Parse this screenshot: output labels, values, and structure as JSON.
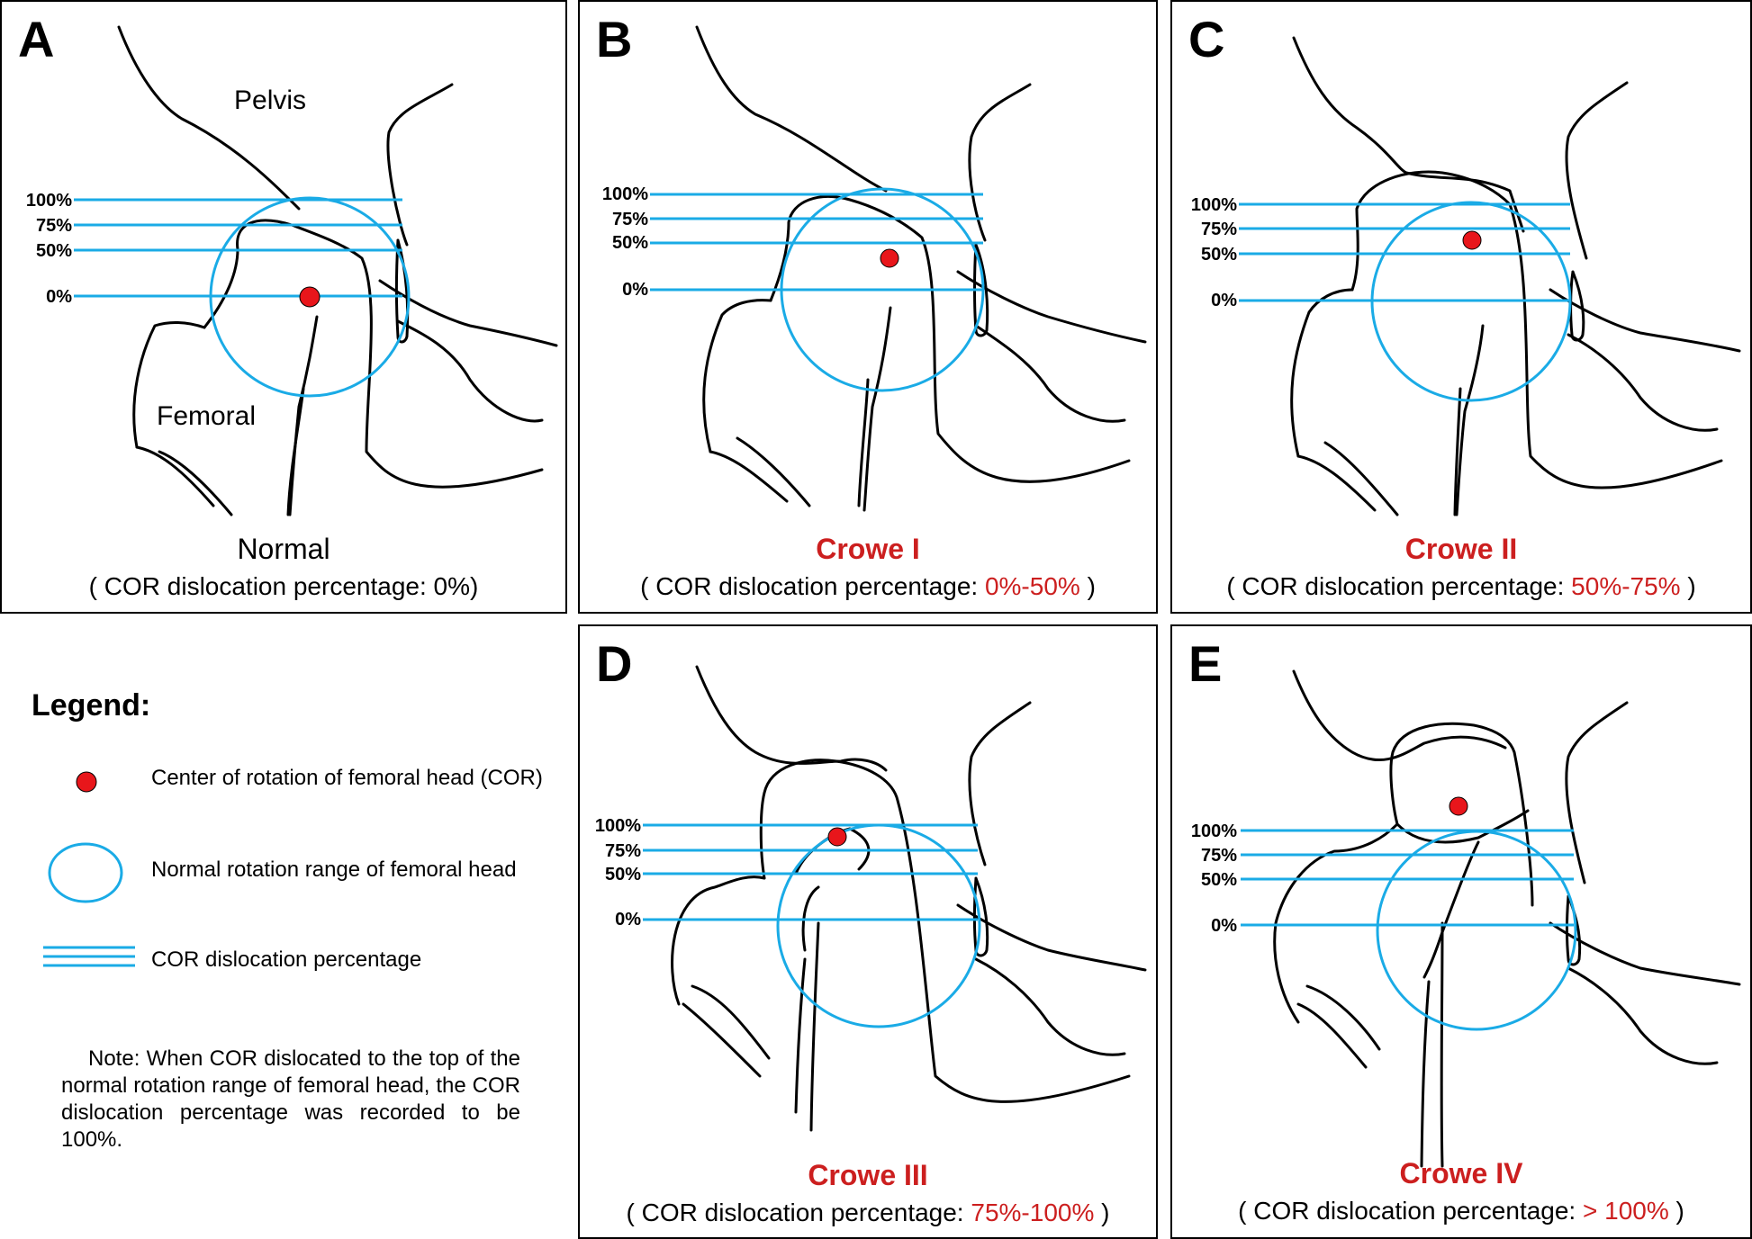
{
  "colors": {
    "line": "#1aabe6",
    "dot": "#e8161b",
    "red_text": "#cc1f1f"
  },
  "panels": {
    "A": {
      "letter": "A",
      "grade": "Normal",
      "caption_prefix": "( COR dislocation percentage: ",
      "range": "0%)",
      "caption_suffix": "",
      "pelvis_label": "Pelvis",
      "femoral_label": "Femoral",
      "levels": [
        "100%",
        "75%",
        "50%",
        "0%"
      ]
    },
    "B": {
      "letter": "B",
      "grade": "Crowe I",
      "caption_prefix": "( COR dislocation percentage: ",
      "range": "0%-50%",
      "caption_suffix": " )",
      "levels": [
        "100%",
        "75%",
        "50%",
        "0%"
      ]
    },
    "C": {
      "letter": "C",
      "grade": "Crowe II",
      "caption_prefix": "( COR dislocation percentage: ",
      "range": "50%-75%",
      "caption_suffix": " )",
      "levels": [
        "100%",
        "75%",
        "50%",
        "0%"
      ]
    },
    "D": {
      "letter": "D",
      "grade": "Crowe III",
      "caption_prefix": "( COR dislocation percentage: ",
      "range": "75%-100%",
      "caption_suffix": " )",
      "levels": [
        "100%",
        "75%",
        "50%",
        "0%"
      ]
    },
    "E": {
      "letter": "E",
      "grade": "Crowe IV",
      "caption_prefix": "( COR dislocation percentage: ",
      "range": "> 100%",
      "caption_suffix": " )",
      "levels": [
        "100%",
        "75%",
        "50%",
        "0%"
      ]
    }
  },
  "legend": {
    "title": "Legend:",
    "cor": "Center of rotation of femoral head (COR)",
    "range": "Normal rotation range of femoral head",
    "lines": "COR dislocation percentage",
    "note": "Note: When COR dislocated to the top of the normal rotation range of femoral head, the COR dislocation percentage was recorded to be 100%."
  }
}
